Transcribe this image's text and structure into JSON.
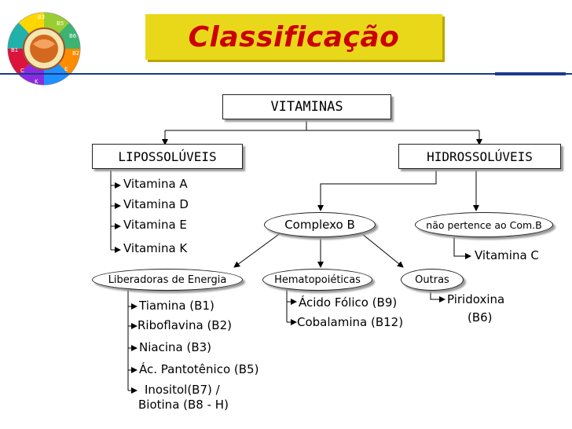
{
  "slide": {
    "title": "Classificação",
    "root": "VITAMINAS",
    "lipo": {
      "label": "LIPOSSOLÚVEIS",
      "items": [
        "Vitamina A",
        "Vitamina D",
        "Vitamina E",
        "Vitamina K"
      ]
    },
    "hidro": {
      "label": "HIDROSSOLÚVEIS",
      "complexo_b": "Complexo B",
      "nao_pertence": "não pertence ao Com.B",
      "vitamina_c": "Vitamina C"
    },
    "liberadoras": {
      "label": "Liberadoras de Energia",
      "items": [
        "Tiamina (B1)",
        "Riboflavina (B2)",
        "Niacina (B3)",
        "Ác. Pantotênico (B5)"
      ],
      "last_line1": "Inositol(B7) /",
      "last_line2": "Biotina (B8 - H)"
    },
    "hemato": {
      "label": "Hematopoiéticas",
      "items": [
        "Ácido Fólico (B9)",
        "Cobalamina (B12)"
      ]
    },
    "outras": {
      "label": "Outras",
      "line1": "Piridoxina",
      "line2": "(B6)"
    },
    "logo_labels": [
      "B3",
      "B5",
      "B6",
      "B2",
      "B1",
      "E",
      "K",
      "C"
    ],
    "colors": {
      "title_bg": "#e9d81a",
      "title_text": "#cc0000",
      "rule": "#1a3a8a"
    }
  }
}
